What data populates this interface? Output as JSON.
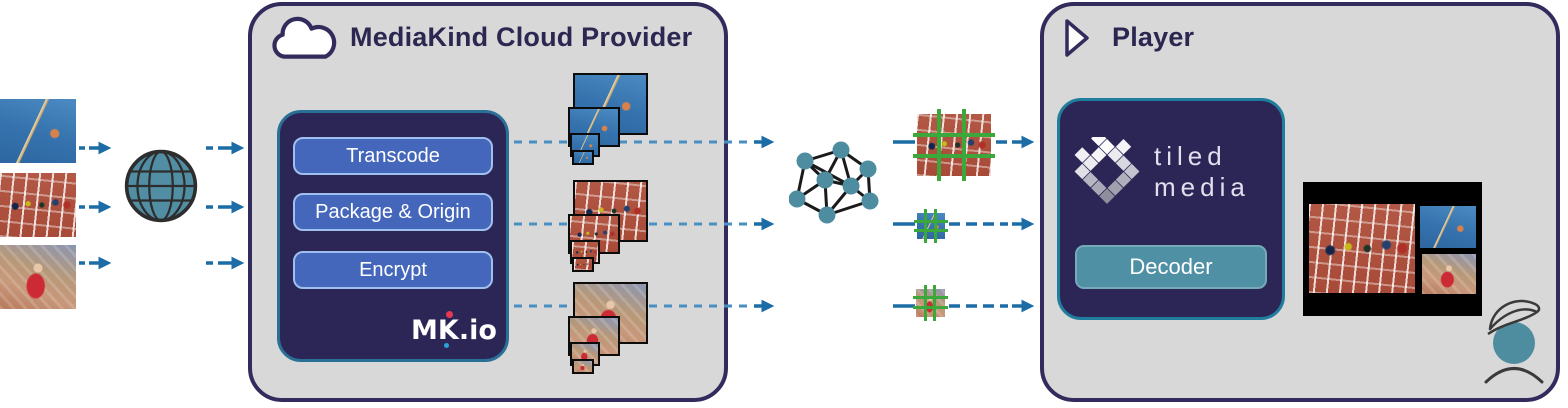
{
  "cloud_provider": {
    "title": "MediaKind Cloud Provider",
    "services": [
      {
        "label": "Transcode"
      },
      {
        "label": "Package & Origin"
      },
      {
        "label": "Encrypt"
      }
    ],
    "logo": {
      "m": "M",
      "k": "K",
      "io": ".io"
    }
  },
  "player": {
    "title": "Player",
    "brand": {
      "line1": "tiled",
      "line2": "media"
    },
    "decoder_label": "Decoder"
  },
  "icons": {
    "cloud": "cloud",
    "globe": "internet-globe",
    "network": "cdn-network",
    "play": "play-triangle",
    "viewer": "viewer-silhouette"
  },
  "colors": {
    "panel_fill": "#d8d8d8",
    "panel_border": "#322c5c",
    "navy_fill": "#2c2656",
    "teal_border": "#1f7e9e",
    "service_button_fill": "#4567bb",
    "service_button_border": "#9fc0ee",
    "decoder_fill": "#4f90a4",
    "arrow_blue": "#1c6ca5",
    "arrow_dash_blue": "#4a8fc2",
    "tile_grid_green": "#3aa83a",
    "teal_icon": "#4e8ca0",
    "logo_red_dot": "#e8384f",
    "logo_blue_dot": "#2ba3d8",
    "title_text": "#2b2750"
  }
}
